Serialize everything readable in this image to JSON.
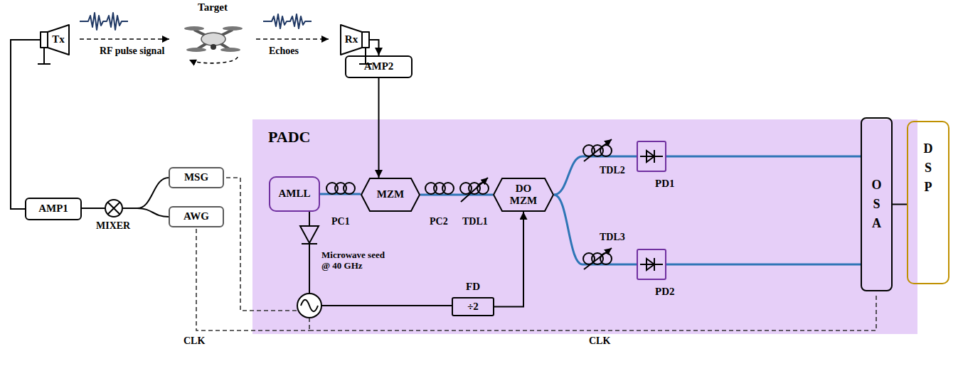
{
  "diagram": {
    "nodes": [
      {
        "text": [
          "Tx"
        ]
      },
      {
        "text": [
          "Rx"
        ]
      },
      {
        "text": [
          "AMP2"
        ]
      },
      {
        "text": [
          "PADC"
        ]
      },
      {
        "text": [
          "AMLL"
        ],
        "in": 3
      },
      {
        "text": [
          "MZM"
        ],
        "in": 3
      },
      {
        "text": [
          "DO MZM"
        ],
        "in": 3
      },
      {
        "text": [
          "PD1"
        ],
        "in": 3
      },
      {
        "text": [
          "PD2"
        ],
        "in": 3
      },
      {
        "text": [
          "OSA"
        ],
        "in": 3
      },
      {
        "text": [
          "FD",
          "÷2"
        ],
        "in": 3
      },
      {
        "text": [
          "DSP"
        ]
      },
      {
        "text": [
          "AMP1"
        ]
      },
      {
        "text": [
          "MIXER"
        ]
      },
      {
        "text": [
          "MSG"
        ]
      },
      {
        "text": [
          "AWG"
        ]
      }
    ],
    "edges": [
      {
        "from": 1,
        "to": 2,
        "arrow": "to"
      },
      {
        "from": 2,
        "to": 5,
        "arrow": "to"
      },
      {
        "from": 4,
        "to": 5,
        "arrow": "none"
      },
      {
        "from": 5,
        "to": 6,
        "arrow": "none"
      },
      {
        "from": 6,
        "to": 7,
        "arrow": "none"
      },
      {
        "from": 6,
        "to": 8,
        "arrow": "none"
      },
      {
        "from": 7,
        "to": 9,
        "arrow": "none"
      },
      {
        "from": 8,
        "to": 9,
        "arrow": "none"
      },
      {
        "from": 9,
        "to": 11,
        "arrow": "none"
      },
      {
        "from": 10,
        "to": 6,
        "arrow": "to"
      },
      {
        "from": 12,
        "to": 0,
        "arrow": "none"
      },
      {
        "from": 13,
        "to": 12,
        "arrow": "none"
      },
      {
        "from": 14,
        "to": 13,
        "arrow": "none"
      },
      {
        "from": 15,
        "to": 13,
        "arrow": "none"
      }
    ],
    "labels": [
      "RF pulse signal",
      "Target",
      "Echoes",
      "PC1",
      "PC2",
      "TDL1",
      "TDL2",
      "TDL3",
      "Microwave seed @ 40 GHz",
      "CLK",
      "CLK"
    ]
  }
}
